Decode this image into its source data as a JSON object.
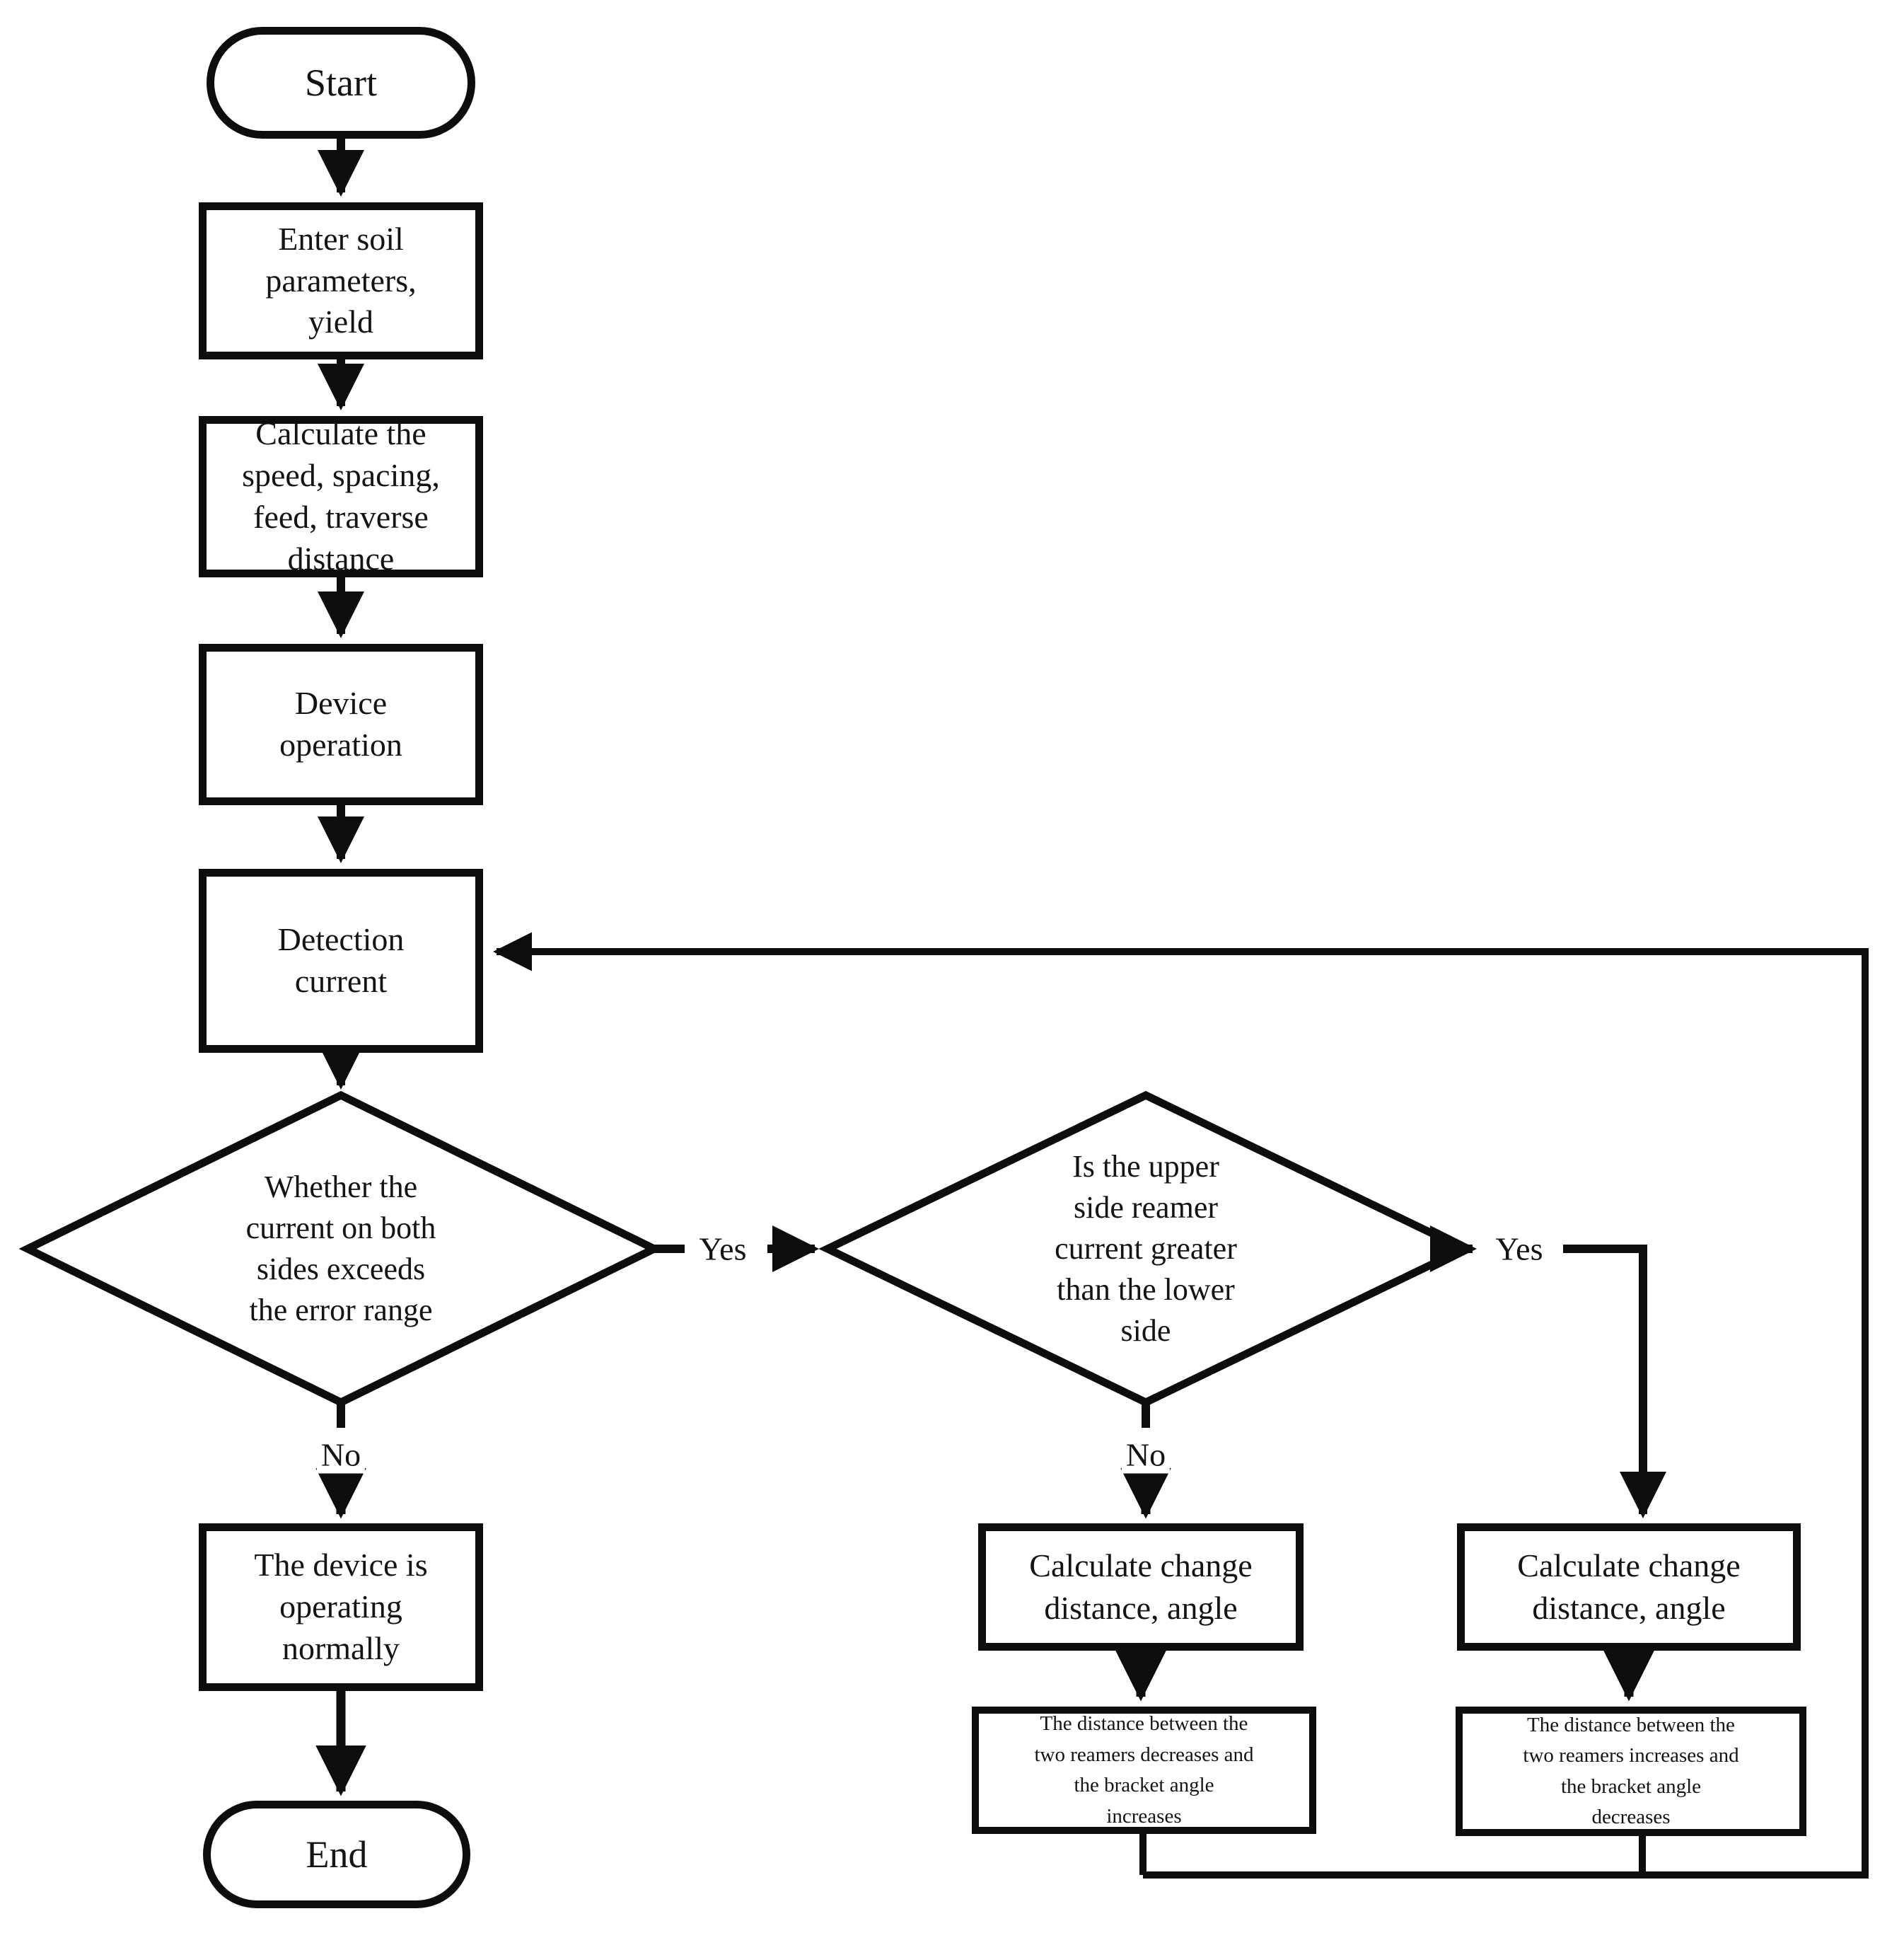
{
  "diagram": {
    "nodes": {
      "start": {
        "label": "Start"
      },
      "enter_soil": {
        "label": "Enter soil\nparameters,\nyield"
      },
      "calculate_speed": {
        "label": "Calculate the\nspeed, spacing,\nfeed, traverse\ndistance"
      },
      "device_operation": {
        "label": "Device\noperation"
      },
      "detection_current": {
        "label": "Detection\ncurrent"
      },
      "current_exceeds_decision": {
        "label": "Whether the\ncurrent on both\nsides exceeds\nthe error range"
      },
      "upper_reamer_decision": {
        "label": "Is the upper\nside reamer\ncurrent greater\nthan the lower\nside"
      },
      "device_normal": {
        "label": "The device is\noperating\nnormally"
      },
      "end": {
        "label": "End"
      },
      "calc_change_mid": {
        "label": "Calculate change\ndistance, angle"
      },
      "calc_change_right": {
        "label": "Calculate change\ndistance, angle"
      },
      "distance_decreases": {
        "label": "The distance between the\ntwo reamers decreases and\nthe bracket angle\nincreases"
      },
      "distance_increases": {
        "label": "The distance between the\ntwo reamers increases and\nthe bracket angle\ndecreases"
      }
    },
    "edge_labels": {
      "yes_left": "Yes",
      "yes_right": "Yes",
      "no_left": "No",
      "no_right": "No"
    }
  },
  "colors": {
    "line": "#0d0d0d",
    "background": "#ffffff",
    "text": "#141414"
  }
}
